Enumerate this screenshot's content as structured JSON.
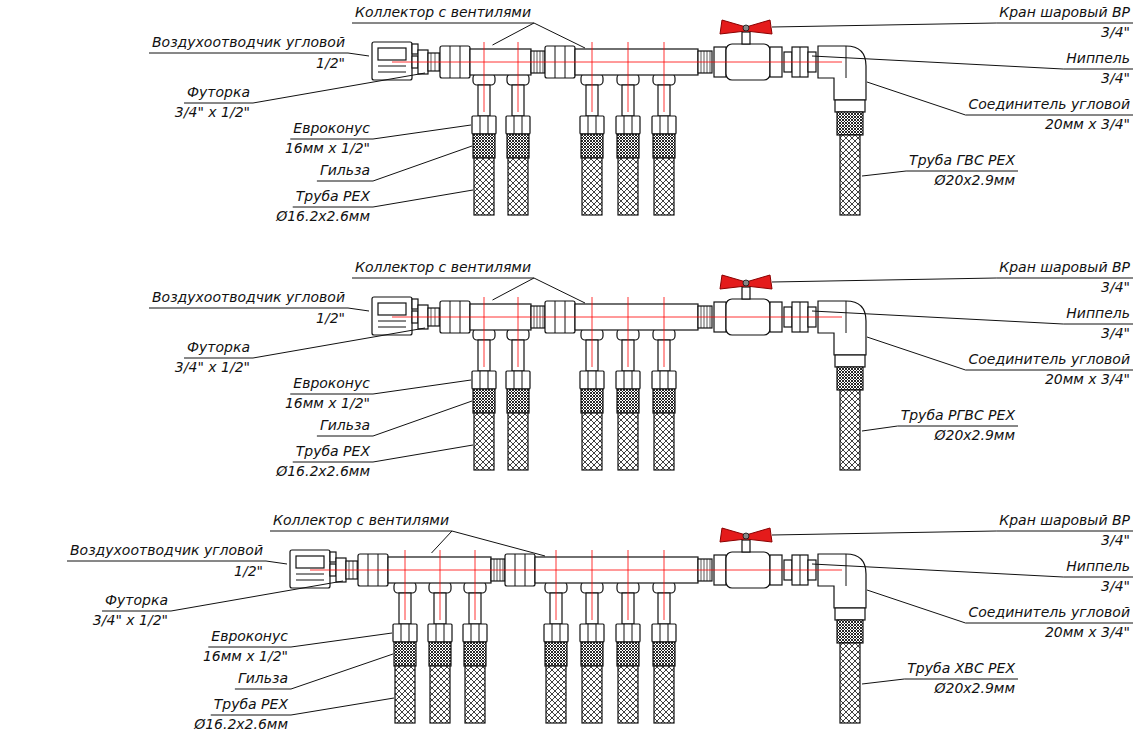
{
  "diagram": {
    "labels": [
      "Коллектор с вентилями",
      "Воздухоотводчик угловой",
      "1/2\"",
      "Футорка",
      "3/4\" x 1/2\"",
      "Евроконус",
      "16мм x 1/2\"",
      "Гильза",
      "Труба PEX",
      "Ø16.2x2.6мм",
      "Кран шаровый ВР",
      "3/4\"",
      "Ниппель",
      "3/4\"",
      "Соединитель угловой",
      "20мм x 3/4\"",
      "Труба ГВС PEX",
      "Ø20x2.9мм",
      "Коллектор с вентилями",
      "Воздухоотводчик угловой",
      "1/2\"",
      "Футорка",
      "3/4\" x 1/2\"",
      "Евроконус",
      "16мм x 1/2\"",
      "Гильза",
      "Труба PEX",
      "Ø16.2x2.6мм",
      "Кран шаровый ВР",
      "3/4\"",
      "Ниппель",
      "3/4\"",
      "Соединитель угловой",
      "20мм x 3/4\"",
      "Труба РГВС PEX",
      "Ø20x2.9мм",
      "Коллектор с вентилями",
      "Воздухоотводчик угловой",
      "1/2\"",
      "Футорка",
      "3/4\" x 1/2\"",
      "Евроконус",
      "16мм x 1/2\"",
      "Гильза",
      "Труба PEX",
      "Ø16.2x2.6мм",
      "Кран шаровый ВР",
      "3/4\"",
      "Ниппель",
      "3/4\"",
      "Соединитель угловой",
      "20мм x 3/4\"",
      "Труба ХВС PEX",
      "Ø20x2.9мм"
    ]
  }
}
